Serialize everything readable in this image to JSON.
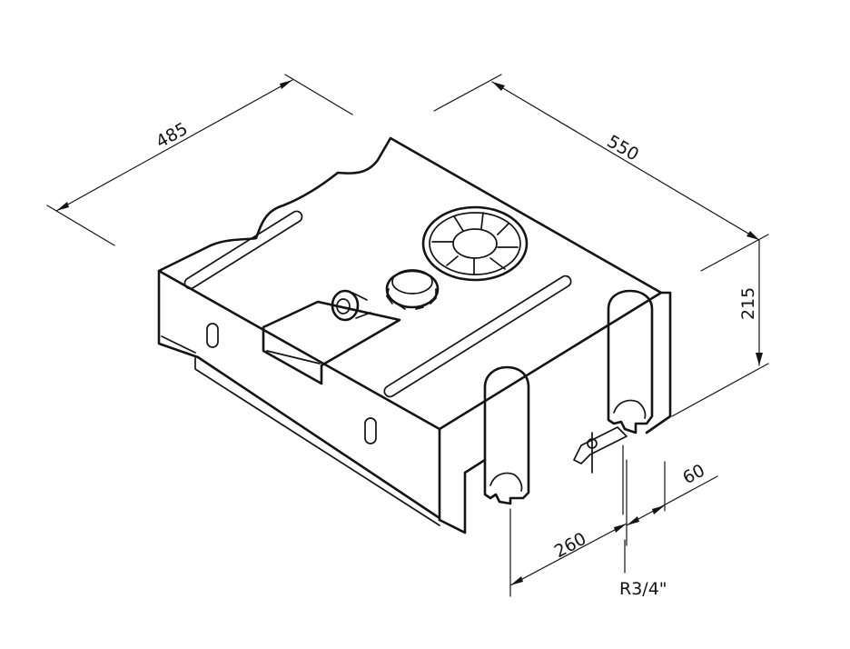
{
  "dimensions": {
    "width": "485",
    "length": "550",
    "height": "215",
    "outlet_offset": "60",
    "outlet_distance": "260",
    "thread": "R3/4\""
  },
  "colors": {
    "line": "#141414",
    "background": "#ffffff"
  }
}
